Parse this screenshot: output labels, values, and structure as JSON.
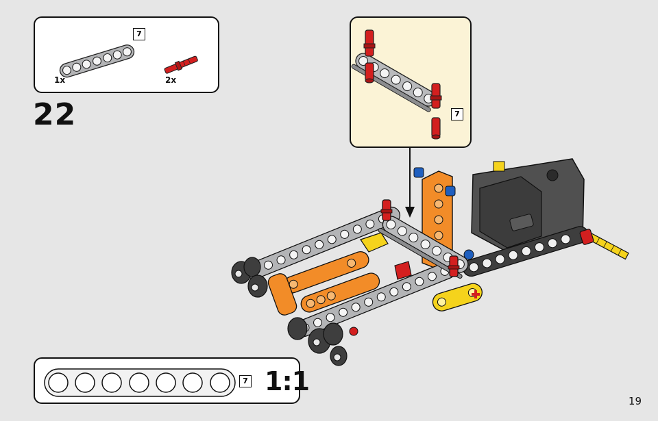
{
  "parts_list": {
    "beam": {
      "quantity": "1x",
      "size_badge": "7",
      "color": "#a9aaac"
    },
    "pin": {
      "quantity": "2x",
      "color": "#d31f1f"
    }
  },
  "step_number": "22",
  "callout": {
    "size_badge": "7",
    "beam_color": "#b9babc",
    "pin_color": "#d31f1f"
  },
  "scale_guide": {
    "size_badge": "7",
    "scale_label": "1:1"
  },
  "colors": {
    "page_background": "#e6e6e6",
    "callout_background": "#fbf3d6",
    "orange": "#f28c28",
    "light_gray": "#a9aaac",
    "dark_gray": "#4a4a4a",
    "yellow": "#f5d31c",
    "blue": "#1f5fbf",
    "red": "#d31f1f"
  },
  "page_number": "19"
}
